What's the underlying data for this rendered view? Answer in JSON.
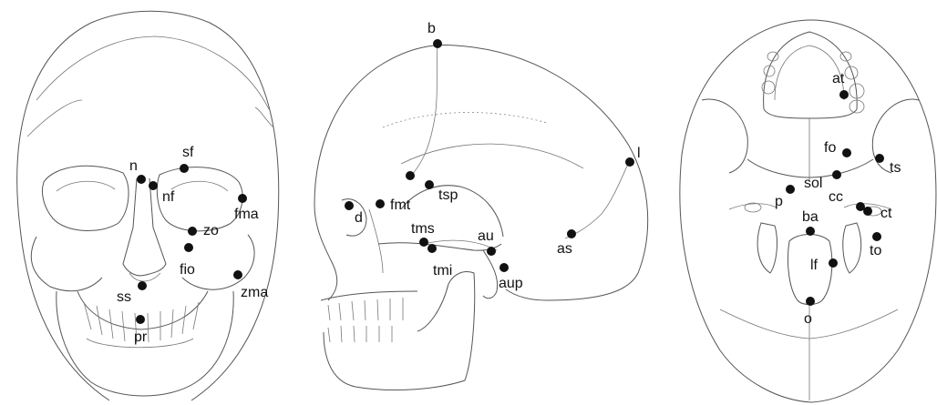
{
  "colors": {
    "landmark": "#111111",
    "line": "#555555",
    "background": "#ffffff"
  },
  "views": {
    "frontal": {
      "labels": {
        "n": "n",
        "nf": "nf",
        "sf": "sf",
        "fma": "fma",
        "zo": "zo",
        "fio": "fio",
        "ss": "ss",
        "zma": "zma",
        "pr": "pr"
      }
    },
    "lateral": {
      "labels": {
        "b": "b",
        "l": "l",
        "tsp": "tsp",
        "fmt": "fmt",
        "d": "d",
        "tms": "tms",
        "tmi": "tmi",
        "au": "au",
        "aup": "aup",
        "as": "as"
      }
    },
    "basal": {
      "labels": {
        "at": "at",
        "fo": "fo",
        "ts": "ts",
        "sol": "sol",
        "p": "p",
        "cc": "cc",
        "ct": "ct",
        "ba": "ba",
        "to": "to",
        "lf": "lf",
        "o": "o"
      }
    }
  }
}
